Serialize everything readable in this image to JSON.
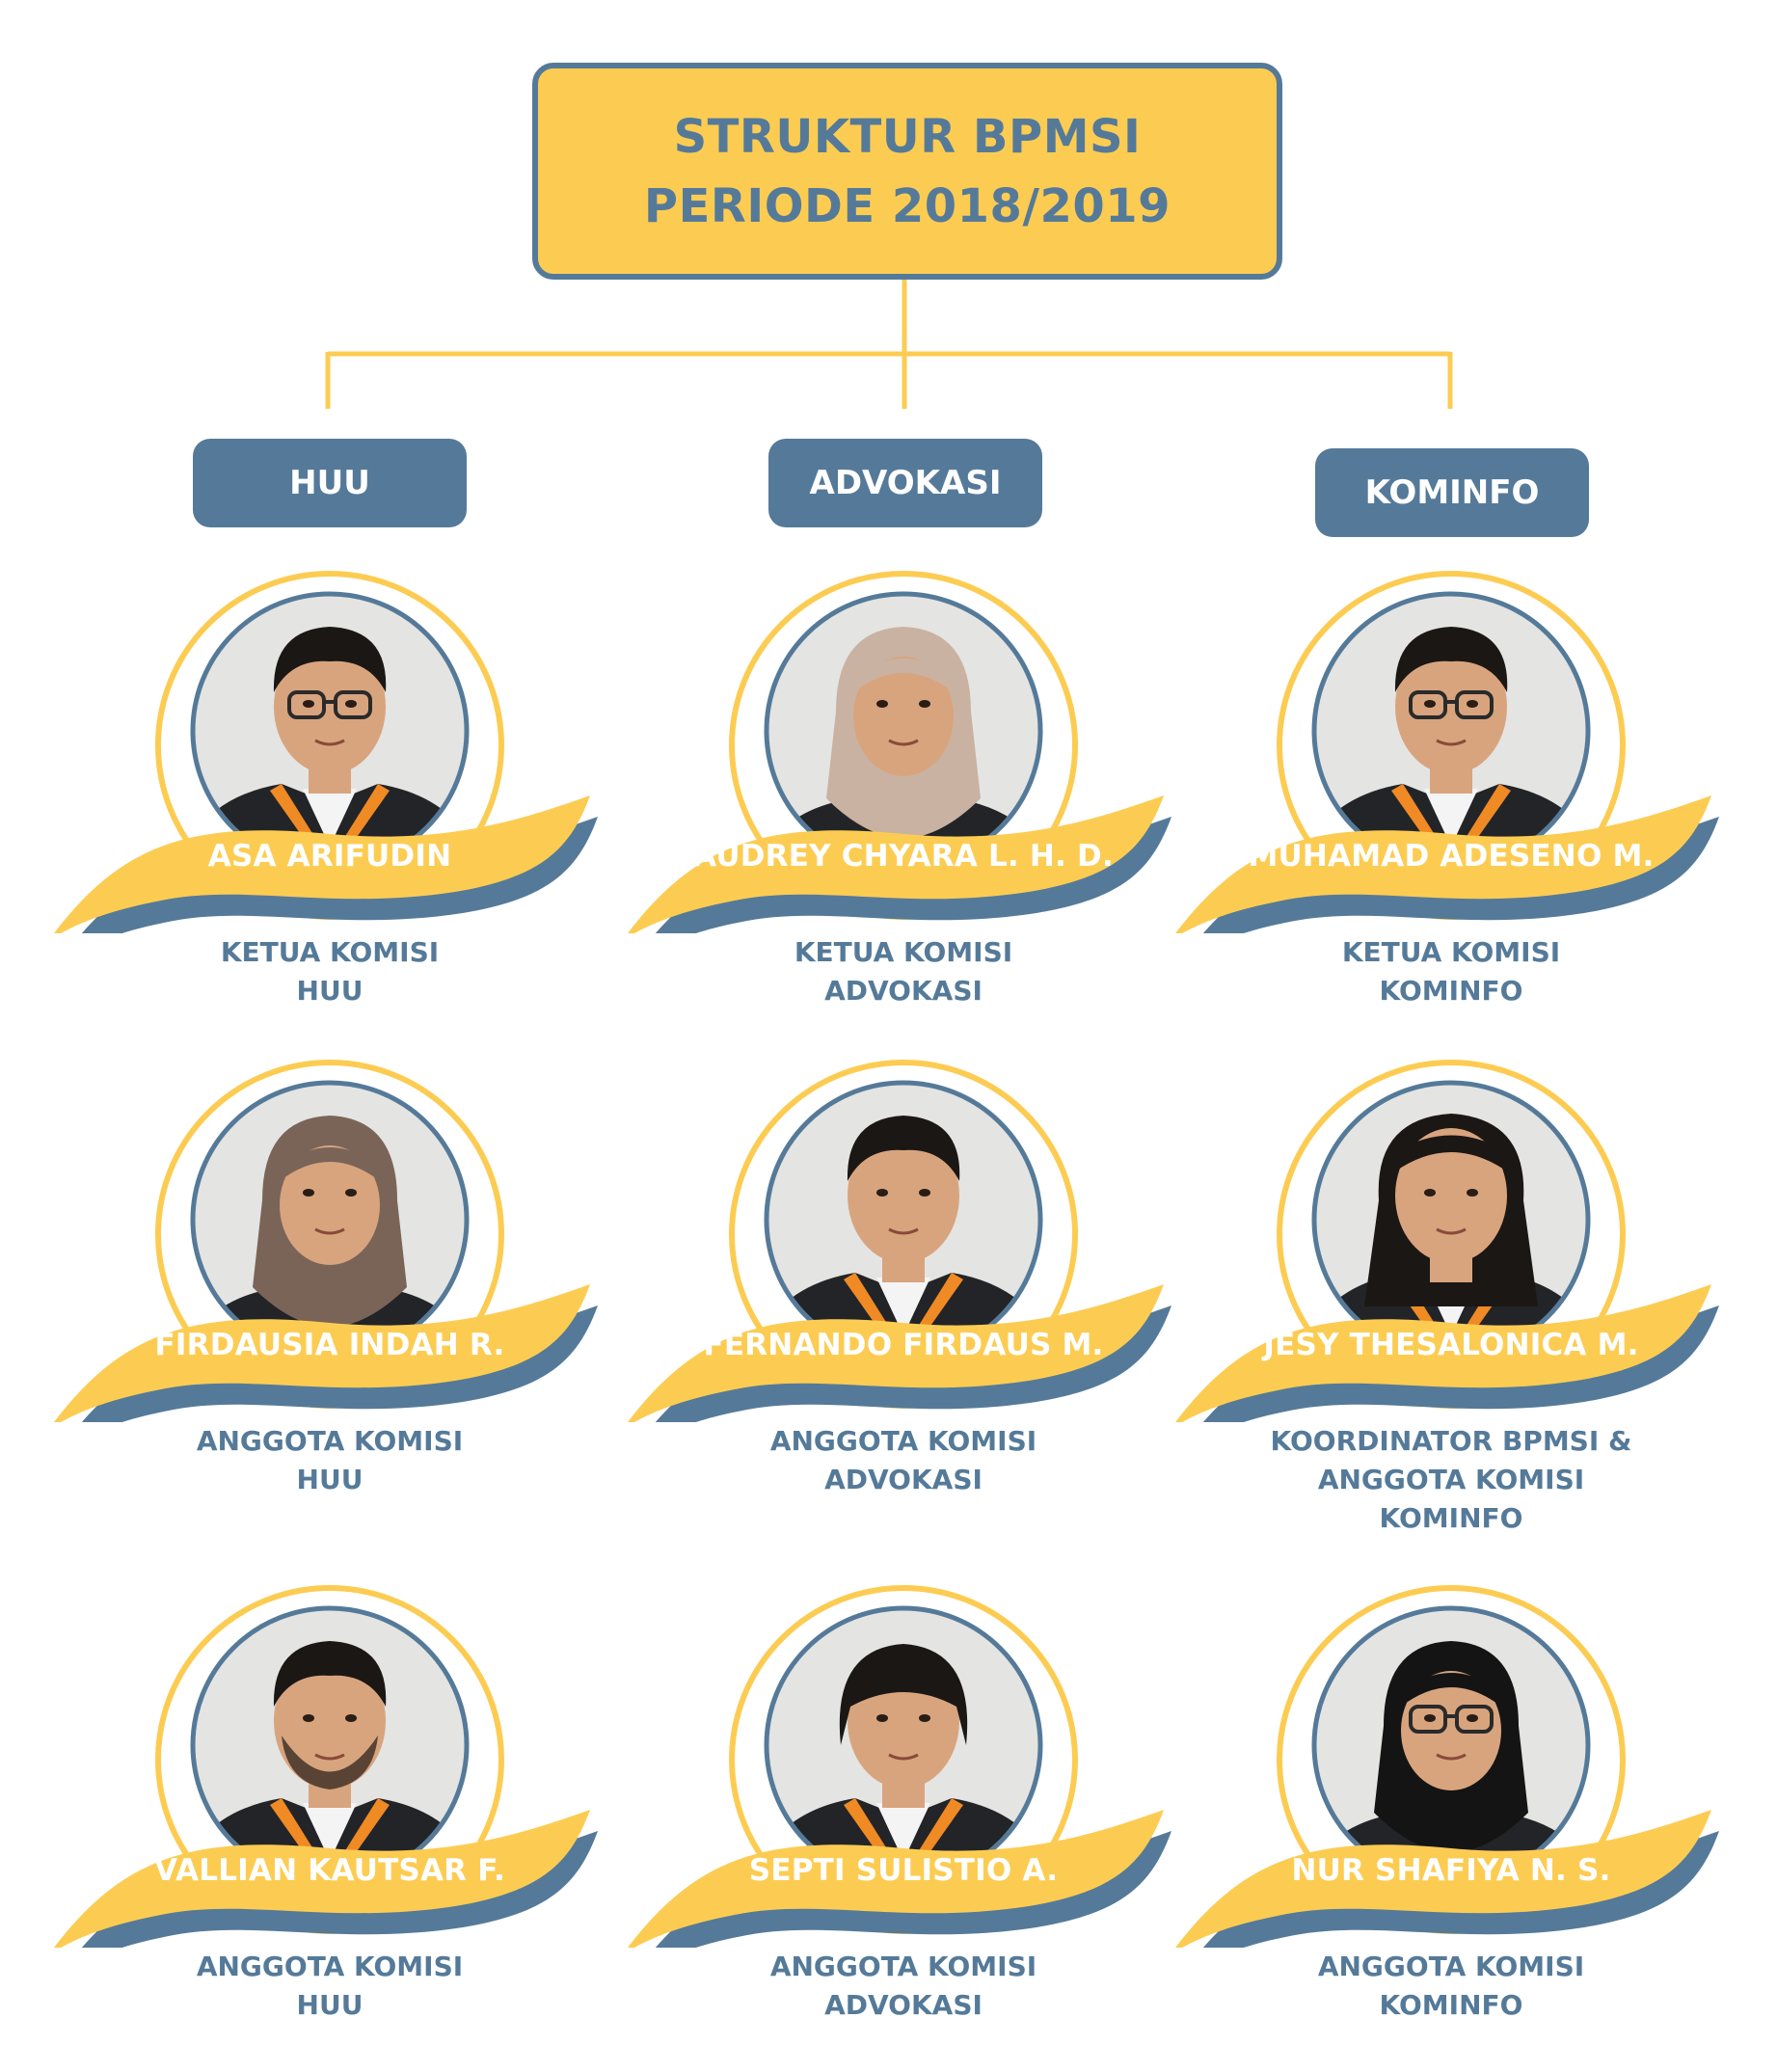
{
  "title": {
    "line1": "STRUKTUR BPMSI",
    "line2": "PERIODE 2018/2019"
  },
  "departments": [
    {
      "label": "HUU"
    },
    {
      "label": "ADVOKASI"
    },
    {
      "label": "KOMINFO"
    }
  ],
  "members": [
    {
      "name": "ASA ARIFUDIN",
      "role": [
        "KETUA KOMISI",
        "HUU"
      ],
      "photo": "male-glasses"
    },
    {
      "name": "AUDREY CHYARA L. H. D.",
      "role": [
        "KETUA KOMISI",
        "ADVOKASI"
      ],
      "photo": "female-hijab-beige"
    },
    {
      "name": "MUHAMAD ADESENO M.",
      "role": [
        "KETUA KOMISI",
        "KOMINFO"
      ],
      "photo": "male-glasses"
    },
    {
      "name": "FIRDAUSIA INDAH R.",
      "role": [
        "ANGGOTA KOMISI",
        "HUU"
      ],
      "photo": "female-hijab-brown"
    },
    {
      "name": "FERNANDO FIRDAUS M.",
      "role": [
        "ANGGOTA KOMISI",
        "ADVOKASI"
      ],
      "photo": "male"
    },
    {
      "name": "JESY THESALONICA M.",
      "role": [
        "KOORDINATOR BPMSI &",
        "ANGGOTA KOMISI",
        "KOMINFO"
      ],
      "photo": "female-long-hair"
    },
    {
      "name": "VALLIAN KAUTSAR F.",
      "role": [
        "ANGGOTA KOMISI",
        "HUU"
      ],
      "photo": "male-beard"
    },
    {
      "name": "SEPTI SULISTIO A.",
      "role": [
        "ANGGOTA KOMISI",
        "ADVOKASI"
      ],
      "photo": "male-long-hair"
    },
    {
      "name": "NUR SHAFIYA N. S.",
      "role": [
        "ANGGOTA KOMISI",
        "KOMINFO"
      ],
      "photo": "female-hijab-black"
    }
  ],
  "colors": {
    "accent_yellow": "#fccc52",
    "steel_blue": "#557a99",
    "photo_bg": "#e4e4e2",
    "jacket_orange": "#f08a24"
  }
}
